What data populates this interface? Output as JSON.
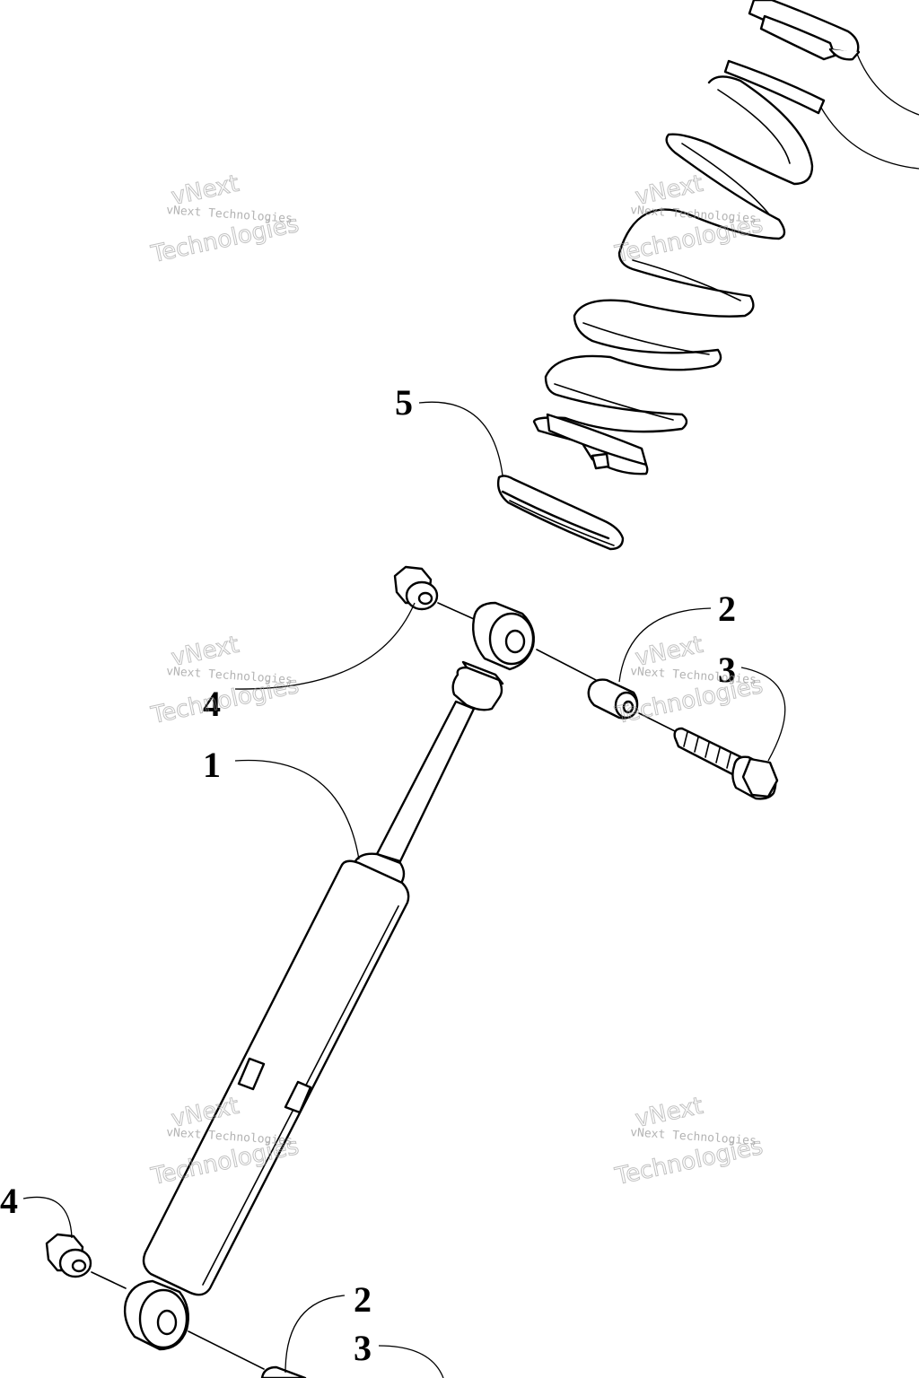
{
  "diagram": {
    "callouts": {
      "c1": "1",
      "c2_upper": "2",
      "c2_lower": "2",
      "c3_upper": "3",
      "c3_lower": "3",
      "c4_upper": "4",
      "c4_lower": "4",
      "c5": "5"
    },
    "watermark": {
      "small": "vNext Technologies",
      "top": "vNext",
      "bottom": "Technologies"
    },
    "colors": {
      "line": "#000000",
      "background": "#ffffff",
      "watermark": "#9a9a9a"
    }
  }
}
